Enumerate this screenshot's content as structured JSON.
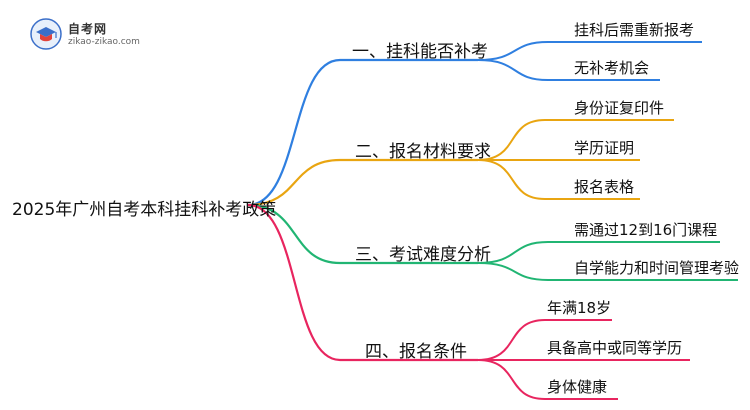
{
  "logo": {
    "name": "自考网",
    "url": "zikao-zikao.com"
  },
  "root": {
    "label": "2025年广州自考本科挂科补考政策"
  },
  "branches": [
    {
      "label": "一、挂科能否补考",
      "color": "#2f7fe0",
      "children": [
        "挂科后需重新报考",
        "无补考机会"
      ]
    },
    {
      "label": "二、报名材料要求",
      "color": "#e9a511",
      "children": [
        "身份证复印件",
        "学历证明",
        "报名表格"
      ]
    },
    {
      "label": "三、考试难度分析",
      "color": "#21b573",
      "children": [
        "需通过12到16门课程",
        "自学能力和时间管理考验"
      ]
    },
    {
      "label": "四、报名条件",
      "color": "#e8255f",
      "children": [
        "年满18岁",
        "具备高中或同等学历",
        "身体健康"
      ]
    }
  ]
}
